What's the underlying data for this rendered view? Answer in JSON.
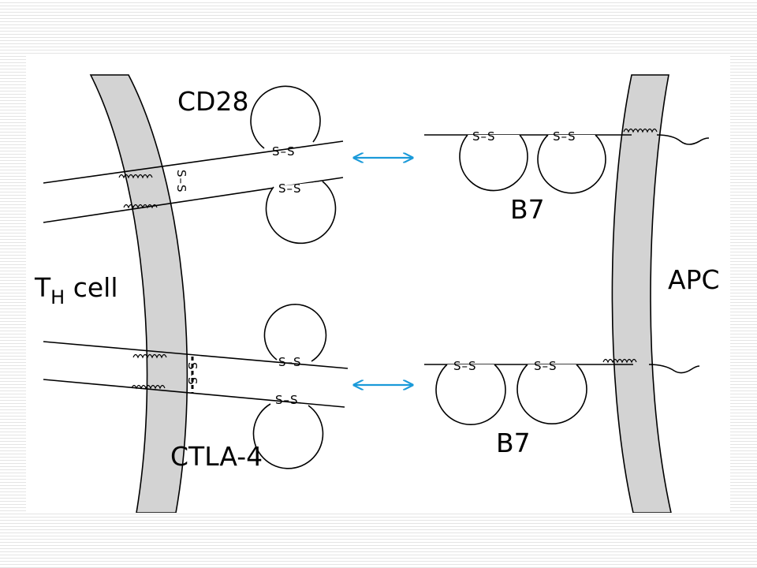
{
  "labels": {
    "cd28": "CD28",
    "ctla4": "CTLA-4",
    "b7_top": "B7",
    "b7_bottom": "B7",
    "th_main": "T",
    "th_sub": "H",
    "th_rest": " cell",
    "apc": "APC",
    "disulfide": "S–S"
  },
  "colors": {
    "membrane": "#d3d3d3",
    "arrow": "#1a9ad9",
    "ink": "#000000"
  }
}
